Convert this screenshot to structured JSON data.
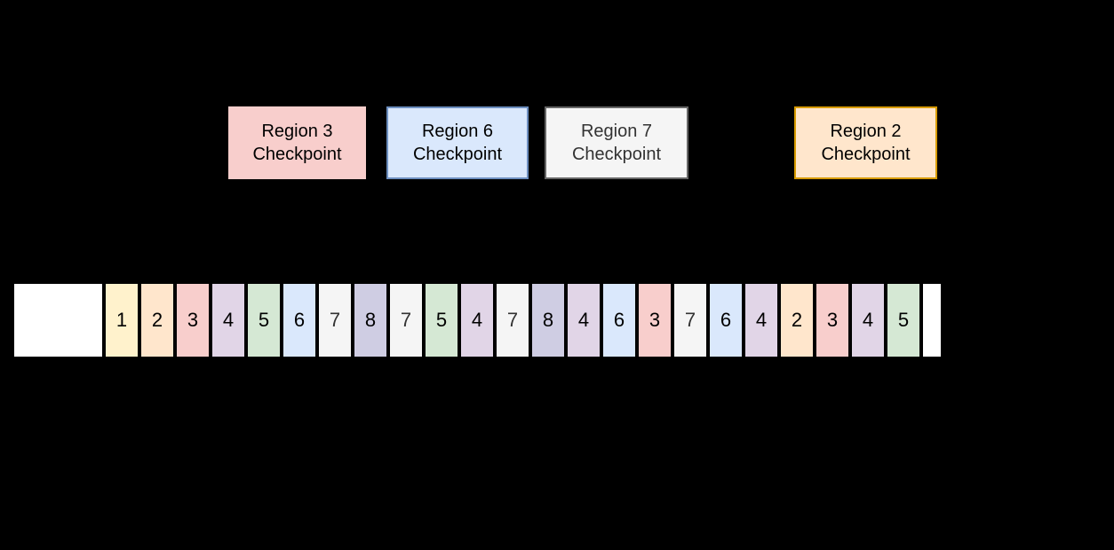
{
  "background_color": "#000000",
  "checkpoints": [
    {
      "region": "Region 3",
      "label": "Checkpoint",
      "fill": "#F8CECC",
      "border": "#F8CECC",
      "text_color": "#000000"
    },
    {
      "region": "Region 6",
      "label": "Checkpoint",
      "fill": "#DAE8FC",
      "border": "#6C8EBF",
      "text_color": "#000000"
    },
    {
      "region": "Region 7",
      "label": "Checkpoint",
      "fill": "#F5F5F5",
      "border": "#666666",
      "text_color": "#333333"
    },
    {
      "region": "Region 2",
      "label": "Checkpoint",
      "fill": "#FFE6CC",
      "border": "#D79B00",
      "text_color": "#000000"
    }
  ],
  "strip": {
    "lead_cell": {
      "label": "",
      "fill": "#FFFFFF"
    },
    "tail_cell": {
      "label": "",
      "fill": "#FFFFFF"
    },
    "sequence": [
      1,
      2,
      3,
      4,
      5,
      6,
      7,
      8,
      7,
      5,
      4,
      7,
      8,
      4,
      6,
      3,
      7,
      6,
      4,
      2,
      3,
      4,
      5
    ],
    "palette": {
      "1": {
        "fill": "#FFF2CC",
        "text": "#000000"
      },
      "2": {
        "fill": "#FFE6CC",
        "text": "#000000"
      },
      "3": {
        "fill": "#F8CECC",
        "text": "#000000"
      },
      "4": {
        "fill": "#E1D5E7",
        "text": "#000000"
      },
      "5": {
        "fill": "#D5E8D4",
        "text": "#000000"
      },
      "6": {
        "fill": "#DAE8FC",
        "text": "#000000"
      },
      "7": {
        "fill": "#F5F5F5",
        "text": "#333333"
      },
      "8": {
        "fill": "#CFCDE3",
        "text": "#000000"
      }
    }
  }
}
